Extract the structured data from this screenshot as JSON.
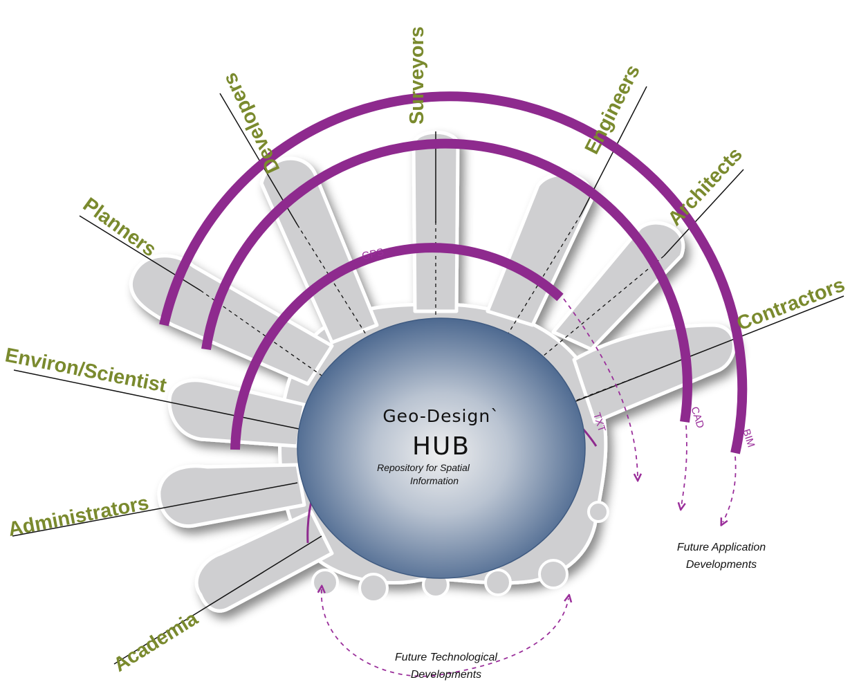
{
  "hub": {
    "title": "Geo-Design`",
    "subtitle": "HUB",
    "description_line1": "Repository for Spatial",
    "description_line2": "Information"
  },
  "roles": {
    "surveyors": "Surveyors",
    "developers": "Developers",
    "engineers": "Engineers",
    "planners": "Planners",
    "architects": "Architects",
    "contractors": "Contractors",
    "environ_scientist": "Environ/Scientist",
    "administrators": "Administrators",
    "academia": "Academia"
  },
  "technologies": {
    "gps": "GPS",
    "txt": "TXT",
    "cad": "CAD",
    "bim": "BIM"
  },
  "notes": {
    "future_application_line1": "Future Application",
    "future_application_line2": "Developments",
    "future_technological_line1": "Future Technological",
    "future_technological_line2": "Developments"
  },
  "colors": {
    "role_text": "#7a8a2e",
    "arc": "#8e2a8e",
    "hand": "#cfcfd1",
    "hub_edge": "#4e6b92",
    "hub_center": "#eeeeee"
  }
}
